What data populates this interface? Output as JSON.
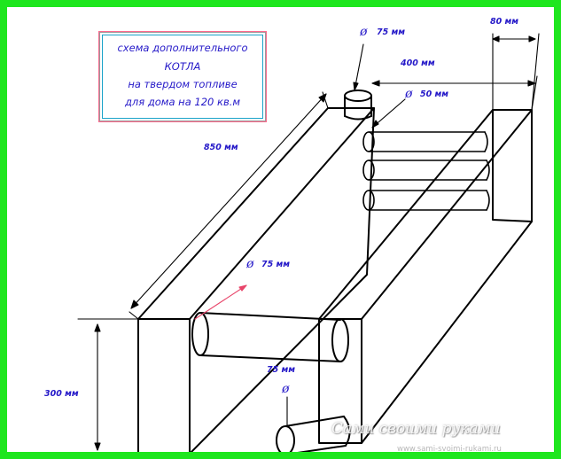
{
  "title": {
    "line1": "схема дополнительного",
    "line2": "КОТЛА",
    "line3": "на твердом топливе",
    "line4": "для дома на 120 кв.м"
  },
  "dimensions": {
    "width_top": "80 мм",
    "length_400": "400 мм",
    "length_850": "850 мм",
    "height_300": "300 мм",
    "outlet_75": "75 мм",
    "pipe_50": "50 мм",
    "pipe_mid_75": "75 мм",
    "pipe_bottom_75": "75 мм"
  },
  "diameter_symbol": "ø",
  "watermark": {
    "text": "Сами своими руками",
    "url": "www.sami-svoimi-rukami.ru"
  },
  "colors": {
    "frame": "#1ee61e",
    "label": "#2418c8",
    "lines": "#000000",
    "leader": "#e8456a"
  }
}
